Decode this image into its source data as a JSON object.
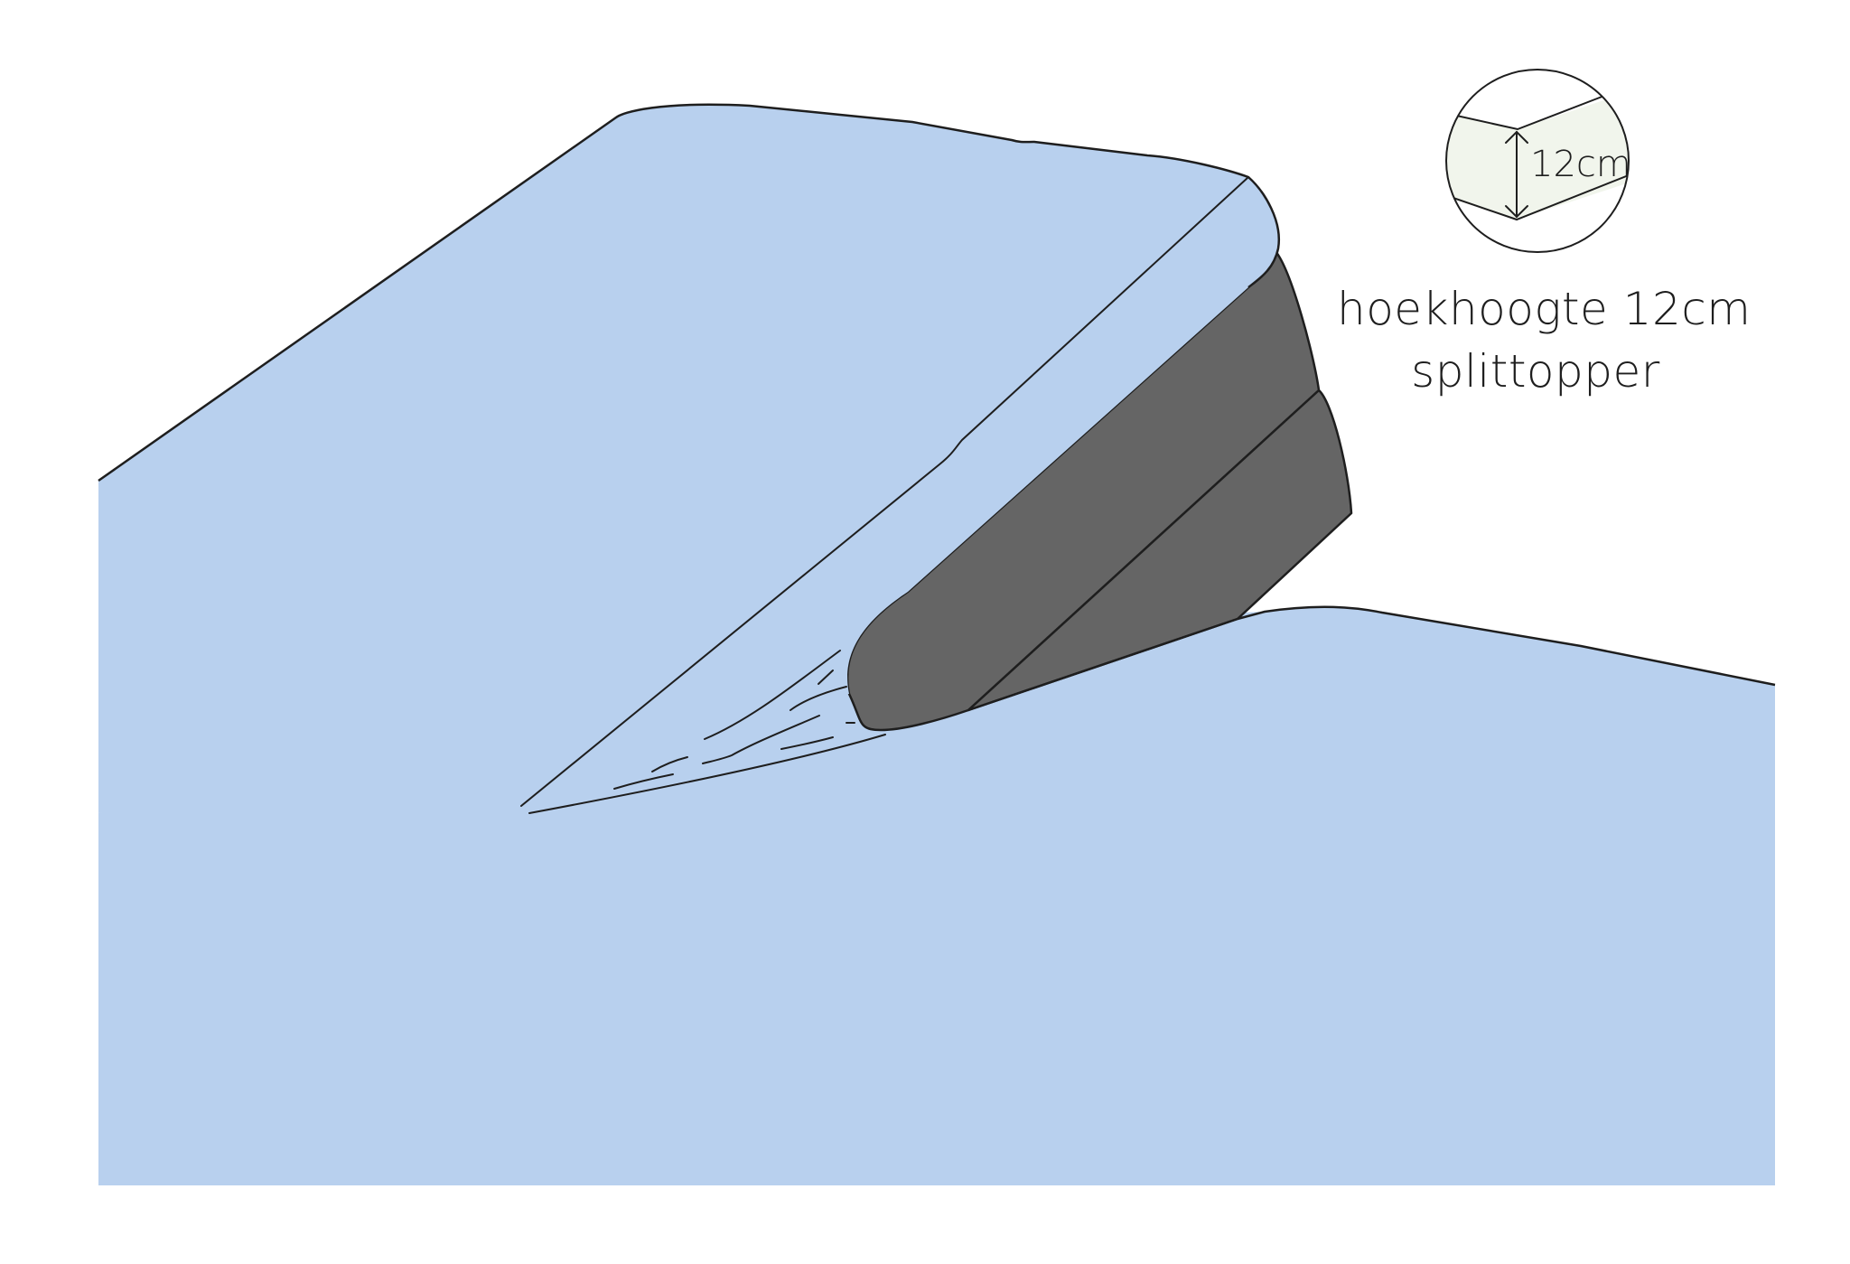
{
  "diagram": {
    "caption_line_1": "hoekhoogte 12cm",
    "caption_line_2": "splittopper",
    "detail_label": "12cm"
  },
  "colors": {
    "sheet": "#b8d0ee",
    "topper": "#656565",
    "outline": "#1e1e1e",
    "detail_fill": "#f1f5ec"
  }
}
